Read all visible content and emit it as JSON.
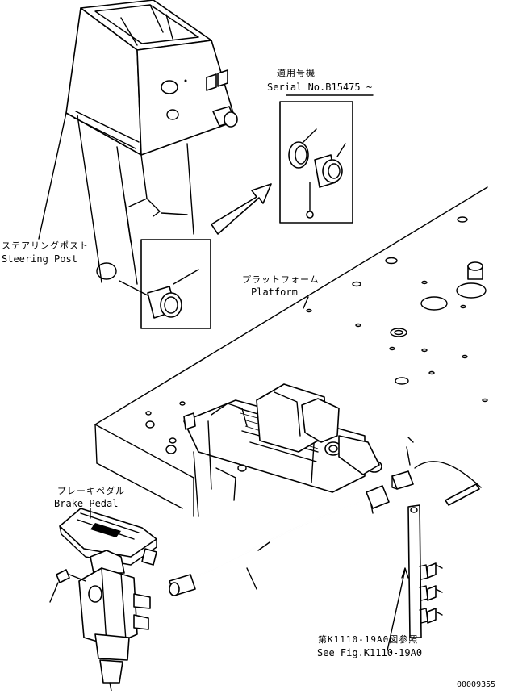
{
  "labels": {
    "serial_jp": "適用号機",
    "serial_en": "Serial No.B15475 ~",
    "steering_jp": "ステアリングポスト",
    "steering_en": "Steering Post",
    "platform_jp": "プラットフォーム",
    "platform_en": "Platform",
    "brake_jp": "ブレーキペダル",
    "brake_en": "Brake Pedal",
    "see_fig_jp": "第K1110-19A0図参照",
    "see_fig_en": "See Fig.K1110-19A0",
    "drawing_number": "00009355"
  }
}
